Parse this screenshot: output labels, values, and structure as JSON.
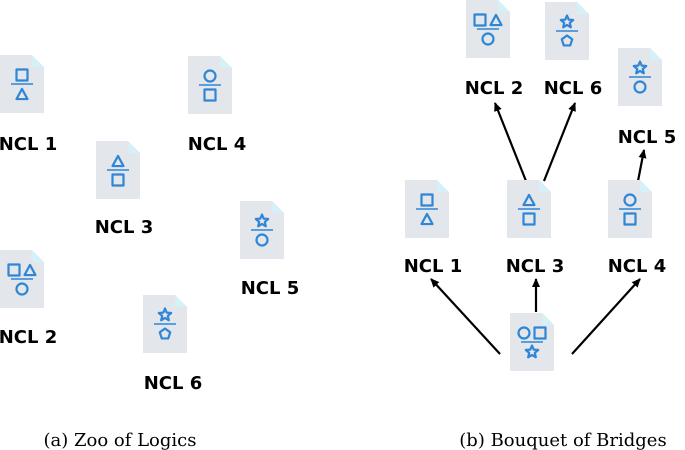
{
  "panel_a": {
    "caption": "(a) Zoo of Logics",
    "docs": [
      {
        "id": "a1",
        "label": "NCL 1",
        "top": [
          "square"
        ],
        "bottom": [
          "triangle"
        ]
      },
      {
        "id": "a4",
        "label": "NCL 4",
        "top": [
          "circle"
        ],
        "bottom": [
          "square"
        ]
      },
      {
        "id": "a3",
        "label": "NCL 3",
        "top": [
          "triangle"
        ],
        "bottom": [
          "square"
        ]
      },
      {
        "id": "a5",
        "label": "NCL 5",
        "top": [
          "star"
        ],
        "bottom": [
          "circle"
        ]
      },
      {
        "id": "a2",
        "label": "NCL 2",
        "top": [
          "square",
          "triangle"
        ],
        "bottom": [
          "circle"
        ]
      },
      {
        "id": "a6",
        "label": "NCL 6",
        "top": [
          "star"
        ],
        "bottom": [
          "pentagon"
        ]
      }
    ]
  },
  "panel_b": {
    "caption": "(b) Bouquet of Bridges",
    "docs": [
      {
        "id": "b2",
        "label": "NCL 2",
        "top": [
          "square",
          "triangle"
        ],
        "bottom": [
          "circle"
        ]
      },
      {
        "id": "b6",
        "label": "NCL 6",
        "top": [
          "star"
        ],
        "bottom": [
          "pentagon"
        ]
      },
      {
        "id": "b5",
        "label": "NCL 5",
        "top": [
          "star"
        ],
        "bottom": [
          "circle"
        ]
      },
      {
        "id": "b1",
        "label": "NCL 1",
        "top": [
          "square"
        ],
        "bottom": [
          "triangle"
        ]
      },
      {
        "id": "b3",
        "label": "NCL 3",
        "top": [
          "triangle"
        ],
        "bottom": [
          "square"
        ]
      },
      {
        "id": "b4",
        "label": "NCL 4",
        "top": [
          "circle"
        ],
        "bottom": [
          "square"
        ]
      },
      {
        "id": "b0",
        "label": "",
        "top": [
          "circle",
          "square"
        ],
        "bottom": [
          "star"
        ]
      }
    ],
    "edges": [
      {
        "from": "b0",
        "to": "b1"
      },
      {
        "from": "b0",
        "to": "b3"
      },
      {
        "from": "b0",
        "to": "b4"
      },
      {
        "from": "b3",
        "to": "b2"
      },
      {
        "from": "b3",
        "to": "b6"
      },
      {
        "from": "b4",
        "to": "b5"
      }
    ]
  },
  "colors": {
    "symbol": "#2f86d6",
    "document": "#e3e6ea",
    "fold": "#d6f0f8",
    "arrow": "#000000"
  }
}
